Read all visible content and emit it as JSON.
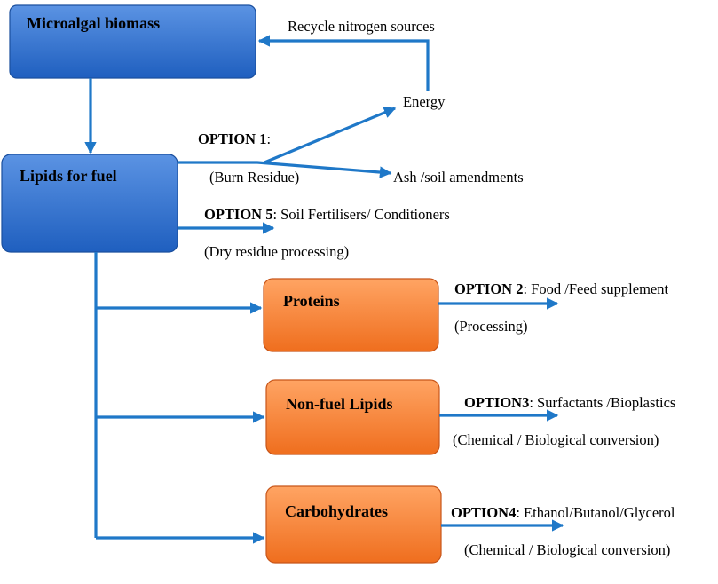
{
  "colors": {
    "arrow": "#1f78c8",
    "blue_top": "#5b93e3",
    "blue_bottom": "#1f5fbf",
    "orange_top": "#ffa463",
    "orange_bottom": "#ef6e1e"
  },
  "boxes": {
    "microalgal": "Microalgal biomass",
    "lipids_fuel": "Lipids for fuel",
    "proteins": "Proteins",
    "nonfuel_lipids": "Non-fuel Lipids",
    "carbohydrates": "Carbohydrates"
  },
  "labels": {
    "recycle": "Recycle nitrogen sources",
    "energy": "Energy",
    "ash": "Ash /soil amendments",
    "opt1_title": "OPTION 1",
    "opt1_colon": ":",
    "opt1_process": "(Burn Residue)",
    "opt5_title": "OPTION 5",
    "opt5_rest": ": Soil Fertilisers/ Conditioners",
    "opt5_process": "(Dry residue processing)",
    "opt2_title": "OPTION 2",
    "opt2_rest": ": Food /Feed supplement",
    "opt2_process": "(Processing)",
    "opt3_title": "OPTION3",
    "opt3_rest": ": Surfactants /Bioplastics",
    "opt3_process": "(Chemical / Biological conversion)",
    "opt4_title": "OPTION4",
    "opt4_rest": ": Ethanol/Butanol/Glycerol",
    "opt4_process": "(Chemical / Biological conversion)"
  }
}
